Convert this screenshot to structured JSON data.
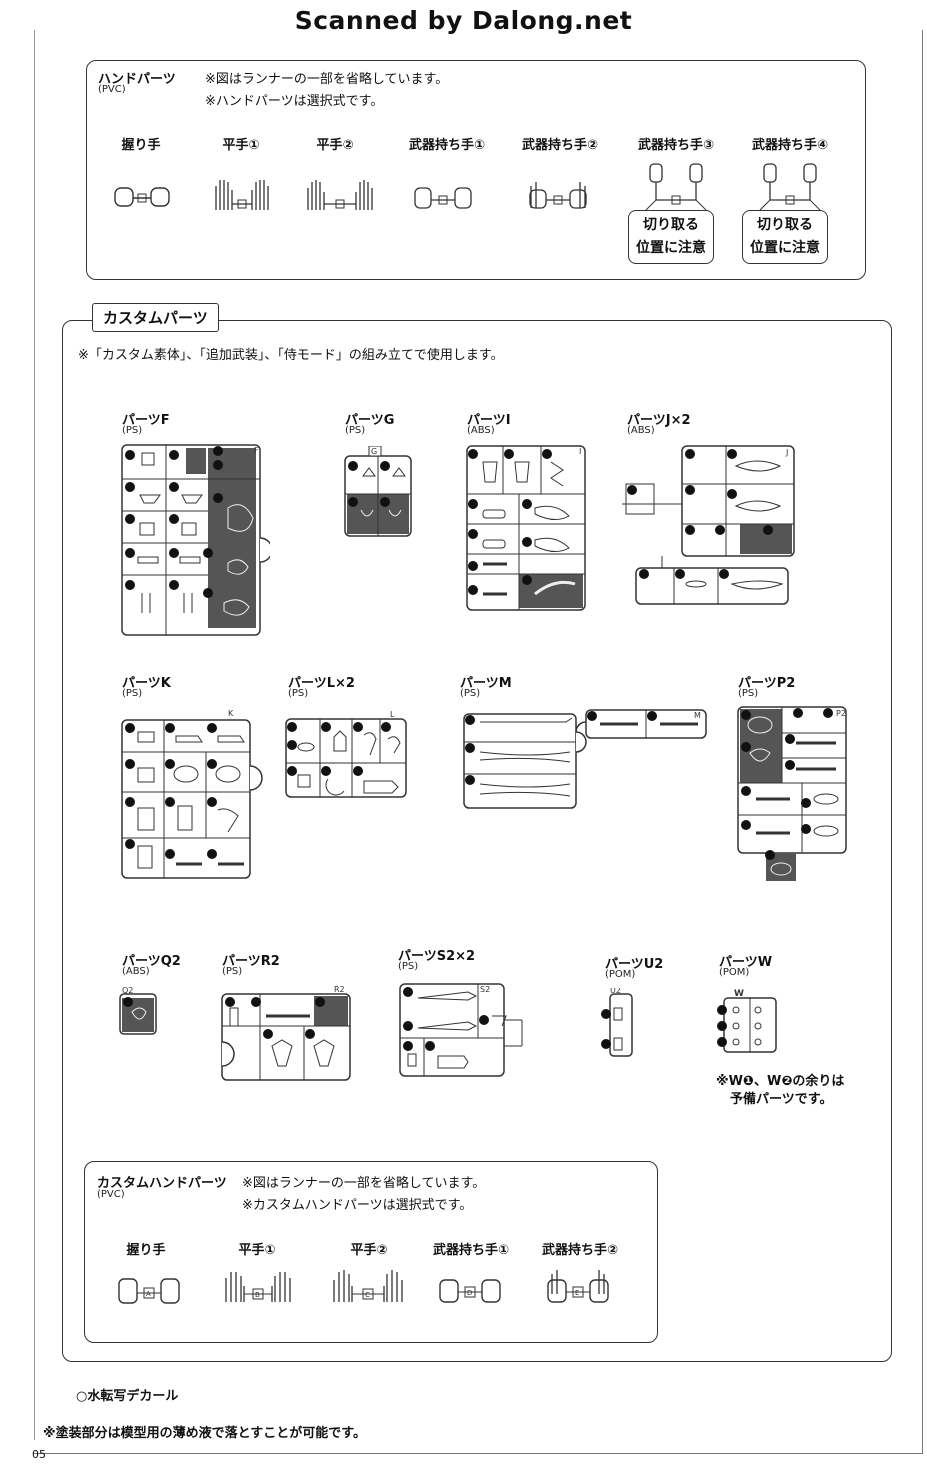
{
  "header": "Scanned by Dalong.net",
  "hand_parts": {
    "title": "ハンドパーツ",
    "material": "(PVC)",
    "note1": "※図はランナーの一部を省略しています。",
    "note2": "※ハンドパーツは選択式です。",
    "hands": [
      "握り手",
      "平手①",
      "平手②",
      "武器持ち手①",
      "武器持ち手②",
      "武器持ち手③",
      "武器持ち手④"
    ],
    "callout_line1": "切り取る",
    "callout_line2": "位置に注意"
  },
  "custom_parts": {
    "title": "カスタムパーツ",
    "note": "※「カスタム素体」、「追加武装」、「侍モード」の組み立てで使用します。",
    "runners": [
      {
        "name": "パーツF",
        "material": "(PS)",
        "code": "F"
      },
      {
        "name": "パーツG",
        "material": "(PS)",
        "code": "G"
      },
      {
        "name": "パーツI",
        "material": "(ABS)",
        "code": "I"
      },
      {
        "name": "パーツJ×2",
        "material": "(ABS)",
        "code": "J"
      },
      {
        "name": "パーツK",
        "material": "(PS)",
        "code": "K"
      },
      {
        "name": "パーツL×2",
        "material": "(PS)",
        "code": "L"
      },
      {
        "name": "パーツM",
        "material": "(PS)",
        "code": "M"
      },
      {
        "name": "パーツP2",
        "material": "(PS)",
        "code": "P2"
      },
      {
        "name": "パーツQ2",
        "material": "(ABS)",
        "code": "Q2"
      },
      {
        "name": "パーツR2",
        "material": "(PS)",
        "code": "R2"
      },
      {
        "name": "パーツS2×2",
        "material": "(PS)",
        "code": "S2"
      },
      {
        "name": "パーツU2",
        "material": "(POM)",
        "code": "U2"
      },
      {
        "name": "パーツW",
        "material": "(POM)",
        "code": "W"
      }
    ],
    "w_note1": "※W❶、W❷の余りは",
    "w_note2": "予備パーツです。"
  },
  "custom_hand_parts": {
    "title": "カスタムハンドパーツ",
    "material": "(PVC)",
    "note1": "※図はランナーの一部を省略しています。",
    "note2": "※カスタムハンドパーツは選択式です。",
    "hands": [
      "握り手",
      "平手①",
      "平手②",
      "武器持ち手①",
      "武器持ち手②"
    ],
    "hand_codes": [
      "A",
      "B",
      "C",
      "D",
      "E"
    ]
  },
  "footer": {
    "decal": "○水転写デカール",
    "paint_note": "※塗装部分は模型用の薄め液で落とすことが可能です。",
    "page_number": "05"
  },
  "colors": {
    "line": "#333333",
    "shaded": "#555555",
    "paper": "#ffffff"
  }
}
